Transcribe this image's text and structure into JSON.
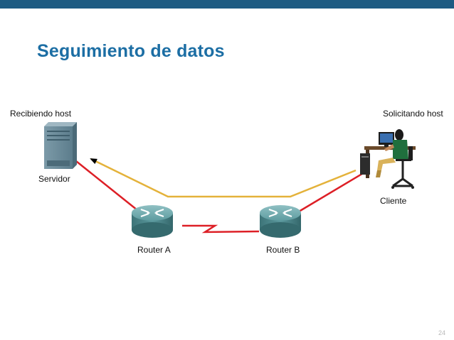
{
  "slide": {
    "title": "Seguimiento de datos",
    "page_number": "24"
  },
  "colors": {
    "top_bar": "#1e5b82",
    "title": "#1c6ea4",
    "request_path": "#e4b23a",
    "data_path": "#dd1f26",
    "router_body": "#4e8b90"
  },
  "diagram": {
    "receiving_host_label": "Recibiendo host",
    "requesting_host_label": "Solicitando host",
    "server_label": "Servidor",
    "client_label": "Cliente",
    "router_a_label": "Router A",
    "router_b_label": "Router B",
    "icons": [
      "server-icon",
      "router-icon",
      "router-icon",
      "workstation-user-icon"
    ]
  }
}
